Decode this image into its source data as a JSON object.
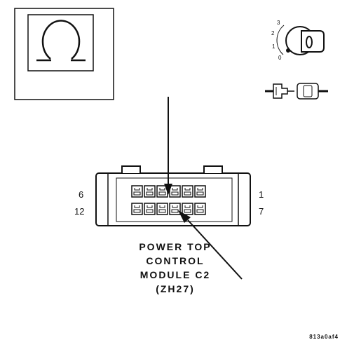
{
  "meter_panel": {
    "symbol": "Ω",
    "icon": "ohmmeter-icon"
  },
  "ignition": {
    "positions": [
      "3",
      "2",
      "1",
      "0"
    ],
    "icon": "ignition-key-icon"
  },
  "connector_icon": "connector-disconnected-icon",
  "connector": {
    "pin_labels": {
      "top_left": "6",
      "top_right": "1",
      "bottom_left": "12",
      "bottom_right": "7"
    }
  },
  "caption": {
    "lines": [
      "POWER TOP",
      "CONTROL",
      "MODULE C2",
      "(ZH27)"
    ]
  },
  "reference_code": "813a0af4"
}
